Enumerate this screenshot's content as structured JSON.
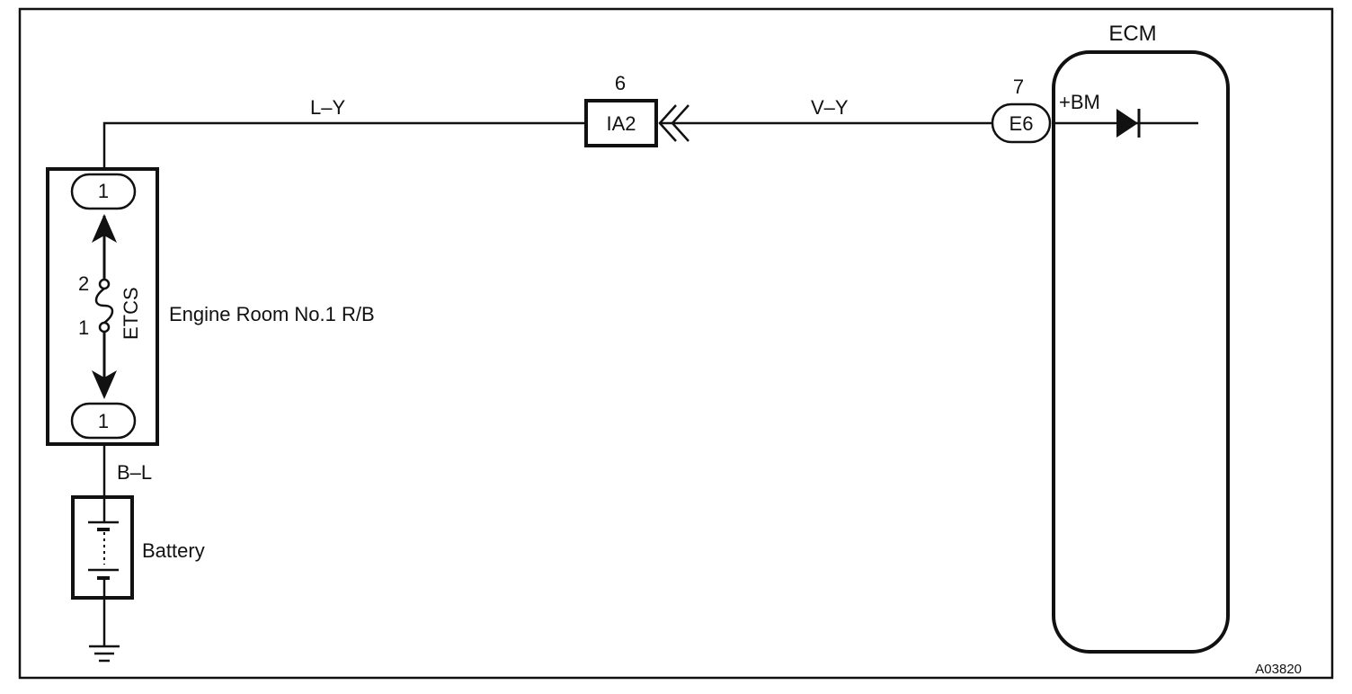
{
  "wires": {
    "top_left": "L–Y",
    "top_right": "V–Y",
    "bottom": "B–L"
  },
  "connectors": {
    "ia2": {
      "number": "6",
      "label": "IA2"
    },
    "e6": {
      "number": "7",
      "label": "E6"
    },
    "rb_top": {
      "label": "1"
    },
    "rb_bottom": {
      "label": "1"
    }
  },
  "relay_block": {
    "name": "Engine Room No.1 R/B",
    "fuse_name": "ETCS",
    "fuse_pin_top": "2",
    "fuse_pin_bottom": "1"
  },
  "battery": {
    "name": "Battery"
  },
  "ecm": {
    "name": "ECM",
    "terminal": "+BM"
  },
  "figure_code": "A03820"
}
